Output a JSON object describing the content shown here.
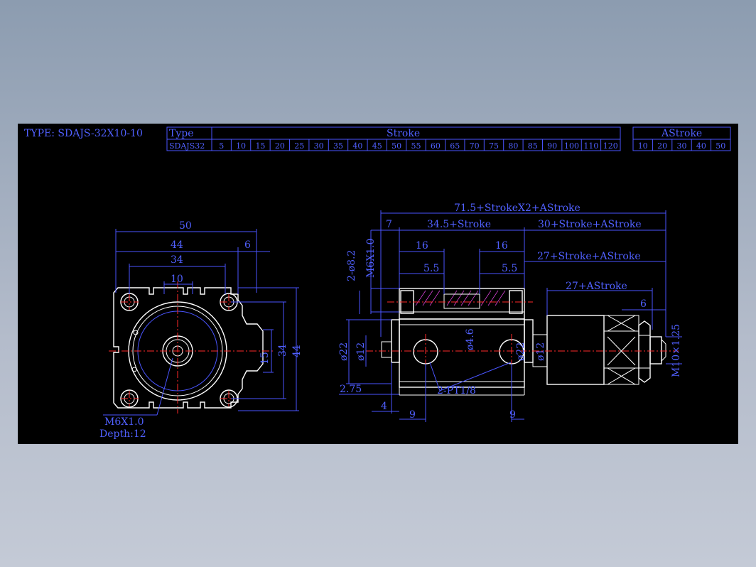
{
  "drawing": {
    "type_label": "TYPE: SDAJS-32X10-10"
  },
  "stroke_table": {
    "type_header": "Type",
    "stroke_header": "Stroke",
    "model": "SDAJS32",
    "strokes": [
      "5",
      "10",
      "15",
      "20",
      "25",
      "30",
      "35",
      "40",
      "45",
      "50",
      "55",
      "60",
      "65",
      "70",
      "75",
      "80",
      "85",
      "90",
      "100",
      "110",
      "120"
    ]
  },
  "astroke_table": {
    "header": "AStroke",
    "values": [
      "10",
      "20",
      "30",
      "40",
      "50"
    ]
  },
  "front_view": {
    "dim_50": "50",
    "dim_44": "44",
    "dim_6": "6",
    "dim_34": "34",
    "dim_10": "10",
    "dim_15": "15",
    "dim_34_v": "34",
    "dim_44_v": "44",
    "thread": "M6X1.0",
    "depth": "Depth:12"
  },
  "side_view": {
    "overall": "71.5+StrokeX2+AStroke",
    "dim_7": "7",
    "body": "34.5+Stroke",
    "rod_side": "30+Stroke+AStroke",
    "dim_16a": "16",
    "dim_16b": "16",
    "adj": "27+Stroke+AStroke",
    "dim_55a": "5.5",
    "dim_55b": "5.5",
    "dim_27a": "27+AStroke",
    "dim_6": "6",
    "m6": "M6X1.0",
    "counterbore": "2-ø8.2",
    "d22": "ø22",
    "d12": "ø12",
    "d46": "ø4.6",
    "d22b": "ø22",
    "d12b": "ø12",
    "port": "2-PT1/8",
    "dim_275": "2.75",
    "dim_4": "4",
    "dim_9a": "9",
    "dim_9b": "9",
    "m10": "M10×1.25"
  },
  "colors": {
    "background": "#000000",
    "dimension": "#4a55ff",
    "outline": "#ffffff",
    "centerline": "#ff2a2a",
    "hatch": "#d040d0"
  }
}
